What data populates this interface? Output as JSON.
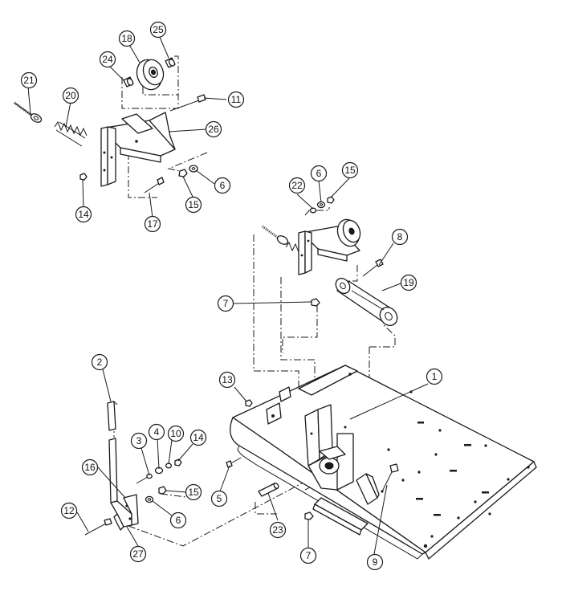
{
  "callouts": [
    {
      "id": "c1",
      "label": "1"
    },
    {
      "id": "c2",
      "label": "2"
    },
    {
      "id": "c3",
      "label": "3"
    },
    {
      "id": "c4",
      "label": "4"
    },
    {
      "id": "c5",
      "label": "5"
    },
    {
      "id": "c6a",
      "label": "6"
    },
    {
      "id": "c6b",
      "label": "6"
    },
    {
      "id": "c6c",
      "label": "6"
    },
    {
      "id": "c7a",
      "label": "7"
    },
    {
      "id": "c7b",
      "label": "7"
    },
    {
      "id": "c8",
      "label": "8"
    },
    {
      "id": "c9",
      "label": "9"
    },
    {
      "id": "c10",
      "label": "10"
    },
    {
      "id": "c11",
      "label": "11"
    },
    {
      "id": "c12",
      "label": "12"
    },
    {
      "id": "c13",
      "label": "13"
    },
    {
      "id": "c14a",
      "label": "14"
    },
    {
      "id": "c14b",
      "label": "14"
    },
    {
      "id": "c15a",
      "label": "15"
    },
    {
      "id": "c15b",
      "label": "15"
    },
    {
      "id": "c15c",
      "label": "15"
    },
    {
      "id": "c16",
      "label": "16"
    },
    {
      "id": "c17",
      "label": "17"
    },
    {
      "id": "c18",
      "label": "18"
    },
    {
      "id": "c19",
      "label": "19"
    },
    {
      "id": "c20",
      "label": "20"
    },
    {
      "id": "c21",
      "label": "21"
    },
    {
      "id": "c22",
      "label": "22"
    },
    {
      "id": "c23",
      "label": "23"
    },
    {
      "id": "c24",
      "label": "24"
    },
    {
      "id": "c25",
      "label": "25"
    },
    {
      "id": "c26",
      "label": "26"
    },
    {
      "id": "c27",
      "label": "27"
    }
  ]
}
